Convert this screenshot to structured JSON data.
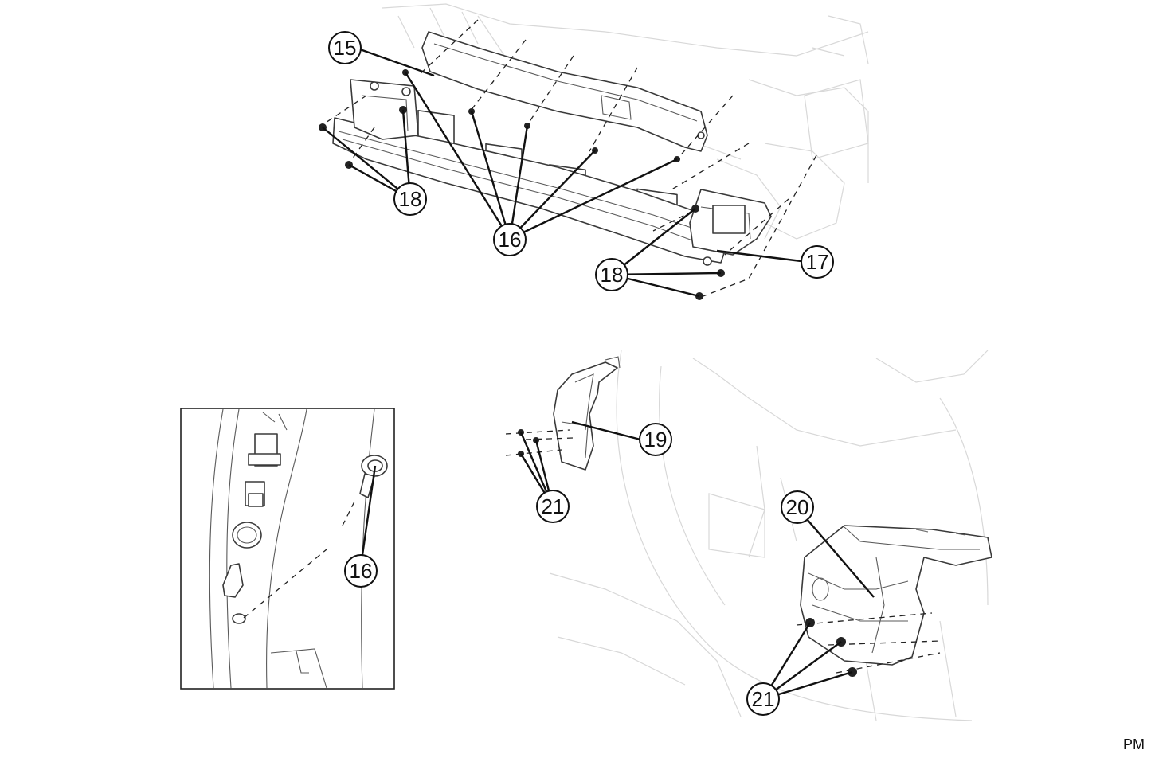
{
  "corner_label": "PM",
  "callouts": [
    {
      "id": "c15a",
      "label": "15"
    },
    {
      "id": "c16a",
      "label": "16"
    },
    {
      "id": "c17a",
      "label": "17"
    },
    {
      "id": "c18a",
      "label": "18"
    },
    {
      "id": "c18b",
      "label": "18"
    },
    {
      "id": "c16b",
      "label": "16"
    },
    {
      "id": "c19a",
      "label": "19"
    },
    {
      "id": "c20a",
      "label": "20"
    },
    {
      "id": "c21a",
      "label": "21"
    },
    {
      "id": "c21b",
      "label": "21"
    }
  ]
}
